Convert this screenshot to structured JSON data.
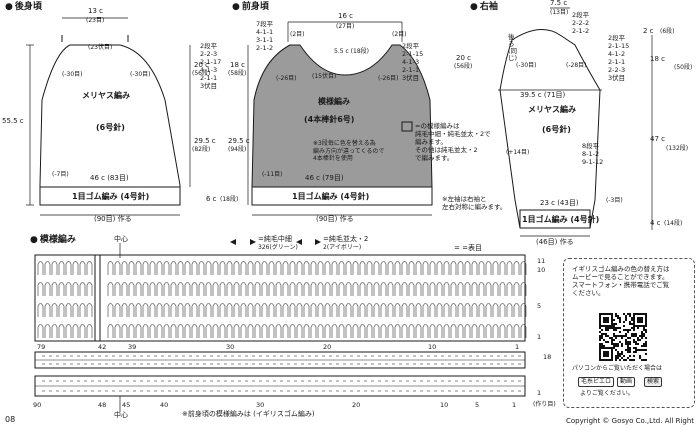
{
  "back": {
    "title": "後身頃",
    "top_width": "13 c",
    "top_rows": "(23目)",
    "neck_dec": "(23伏目)",
    "raglan_left": "(-30目)",
    "raglan_right": "(-30目)",
    "stitch_type": "メリヤス編み",
    "needle": "(6号針)",
    "total_length": "55.5 c",
    "side_h1": "20 c",
    "side_h1_rows": "(56段)",
    "side_h2": "29.5 c",
    "side_h2_rows": "(82段)",
    "dec_pattern": [
      "2段平",
      "2-2-3",
      "2-1-17",
      "4-1-3",
      "2-1-1",
      "3伏目"
    ],
    "hem_dec": "(-7目)",
    "hem_width": "46 c (83目)",
    "rib": "1目ゴム編み (4号針)",
    "cast_on": "(90目) 作る"
  },
  "front": {
    "title": "前身頃",
    "top_width": "16 c",
    "top_rows": "(27目)",
    "shoulder_left": "(2目)",
    "shoulder_right": "(2目)",
    "neck_h": "5.5 c (18段)",
    "neck_dec": "(15伏目)",
    "dec_left": [
      "7段平",
      "4-1-1",
      "3-1-1",
      "2-1-2"
    ],
    "raglan_left": "(-26目)",
    "raglan_right": "(-26目)",
    "dec_right": [
      "2段平",
      "2-1-15",
      "4-1-3",
      "2-1-1",
      "3伏目"
    ],
    "stitch_type": "模様編み",
    "needle": "(4本棒針6号)",
    "note": [
      "※3段毎に色を替える為",
      "編み方向が違ってくるので",
      "4本棒針を使用"
    ],
    "side_h1": "18 c",
    "side_h1_rows": "(58段)",
    "side_h2": "29.5 c",
    "side_h2_rows": "(94段)",
    "hem_dec": "(-11目)",
    "hem_width": "46 c (79目)",
    "rib_h": "6 c",
    "rib_rows": "(18段)",
    "rib": "1目ゴム編み (4号針)",
    "cast_on": "(90目) 作る"
  },
  "legend": {
    "gray_desc": [
      "=の模様編みは",
      "純毛中細・純毛並太・2で",
      "編みます。",
      "その他は純毛並太・2",
      "で編みます。"
    ],
    "sleeve_note": [
      "※左袖は右袖と",
      "左右対称に編みます。"
    ]
  },
  "sleeve": {
    "title": "右袖",
    "top_width": "7.5 c",
    "top_rows": "(13目)",
    "top_dec": [
      "2段平",
      "2-2-2",
      "2-1-2"
    ],
    "back_label": [
      "後",
      "ろ",
      "(同",
      "じ)"
    ],
    "side_h": "20 c",
    "side_h_rows": "(56段)",
    "raglan_left": "(-30目)",
    "raglan_right": "(-28目)",
    "dec_right": [
      "2段平",
      "2-1-15",
      "4-1-2",
      "2-1-1",
      "2-2-3",
      "3伏目"
    ],
    "sleeve_width": "39.5 c (71目)",
    "stitch_type": "メリヤス編み",
    "needle": "(6号針)",
    "inc": "(+14目)",
    "inc_pattern": [
      "8段平",
      "8-1-2",
      "9-1-12"
    ],
    "right_top": "2 c",
    "right_top_rows": "(6段)",
    "right_h1": "18 c",
    "right_h1_rows": "(50段)",
    "right_h2": "47 c",
    "right_h2_rows": "(132段)",
    "right_h3": "4 c",
    "right_h3_rows": "(14段)",
    "cuff_width": "23 c (43目)",
    "cuff_dec": "(-3目)",
    "rib": "1目ゴム編み (4号針)",
    "cast_on": "(46目) 作る"
  },
  "pattern": {
    "title": "模様編み",
    "center": "中心",
    "yarn1": "=純毛中細",
    "yarn1_color": "326(グリーン)",
    "yarn2": "=純毛並太・2",
    "yarn2_color": "2(アイボリー)",
    "key": "=  =表目",
    "upper_axis": [
      "79",
      "42",
      "39",
      "30",
      "20",
      "10",
      "1"
    ],
    "lower_axis": [
      "90",
      "48",
      "45",
      "40",
      "30",
      "20",
      "10",
      "5",
      "1"
    ],
    "right_rows": [
      "11",
      "10",
      "5",
      "1"
    ],
    "row18": "18",
    "row1": "1",
    "start_label": "(作り目)",
    "footnote": "※前身頃の模様編みは (イギリスゴム編み)"
  },
  "notice": {
    "text": [
      "イギリスゴム編みの色の替え方は",
      "ムービーで見ることができます。",
      "スマートフォン・携帯電話でご覧",
      "ください。"
    ],
    "pc_text": "パソコンからご覧いただく場合は",
    "tag1": "毛糸ピエロ",
    "tag2": "動画",
    "tag3": "検索",
    "pc_text2": "よりご覧ください。"
  },
  "footer": {
    "page": "08",
    "copyright": "Copyright © Gosyo Co.,Ltd. All Right"
  }
}
